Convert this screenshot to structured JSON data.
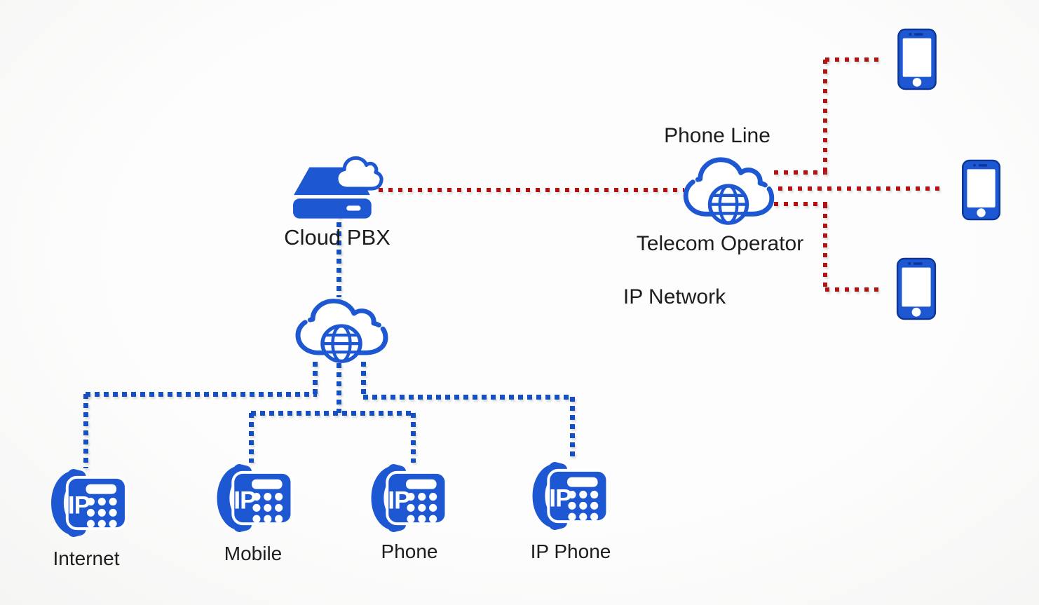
{
  "title": "Cloud PBX network diagram",
  "colors": {
    "icon_blue": "#1d58d2",
    "icon_blue_dark": "#0d3596",
    "red_line": "#b11313",
    "blue_line": "#1450c4",
    "text": "#1d1d1d",
    "background": "#fbfbfb"
  },
  "labels": {
    "cloud_pbx": "Cloud PBX",
    "phone_line": "Phone Line",
    "telecom_operator": "Telecom Operator",
    "ip_network": "IP Network"
  },
  "endpoints": [
    {
      "label": "Internet"
    },
    {
      "label": "Mobile"
    },
    {
      "label": "Phone"
    },
    {
      "label": "IP Phone"
    }
  ],
  "icon_text": {
    "ip_badge": "IP"
  },
  "icons": {
    "cloud_pbx_server": "server-with-cloud-icon",
    "telecom_cloud": "cloud-globe-icon",
    "internet_cloud": "cloud-globe-icon",
    "mobile_handsets": 3,
    "ip_phones": 4
  }
}
